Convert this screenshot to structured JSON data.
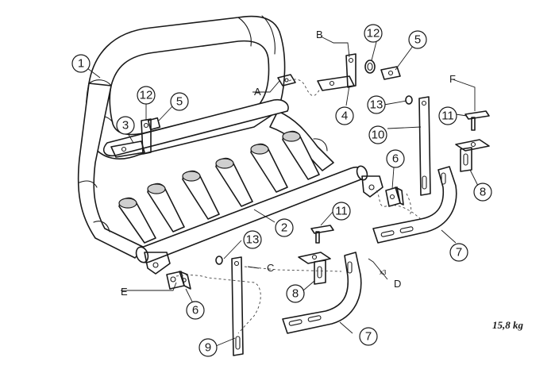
{
  "diagram": {
    "weight_label": "15,8 kg",
    "multiplier_label": "x3",
    "callouts": [
      {
        "key": "1",
        "label": "1"
      },
      {
        "key": "2",
        "label": "2"
      },
      {
        "key": "3",
        "label": "3"
      },
      {
        "key": "4",
        "label": "4"
      },
      {
        "key": "5a",
        "label": "5"
      },
      {
        "key": "5b",
        "label": "5"
      },
      {
        "key": "6a",
        "label": "6"
      },
      {
        "key": "6b",
        "label": "6"
      },
      {
        "key": "7a",
        "label": "7"
      },
      {
        "key": "7b",
        "label": "7"
      },
      {
        "key": "8a",
        "label": "8"
      },
      {
        "key": "8b",
        "label": "8"
      },
      {
        "key": "9",
        "label": "9"
      },
      {
        "key": "10",
        "label": "10"
      },
      {
        "key": "11a",
        "label": "11"
      },
      {
        "key": "11b",
        "label": "11"
      },
      {
        "key": "12a",
        "label": "12"
      },
      {
        "key": "12b",
        "label": "12"
      },
      {
        "key": "13a",
        "label": "13"
      },
      {
        "key": "13b",
        "label": "13"
      }
    ],
    "reference_letters": [
      {
        "key": "A",
        "label": "A"
      },
      {
        "key": "B",
        "label": "B"
      },
      {
        "key": "C",
        "label": "C"
      },
      {
        "key": "D",
        "label": "D"
      },
      {
        "key": "E",
        "label": "E"
      },
      {
        "key": "F",
        "label": "F"
      }
    ]
  }
}
